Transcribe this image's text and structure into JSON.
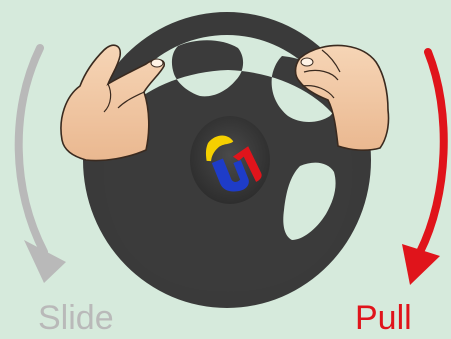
{
  "labels": {
    "left": "Slide",
    "right": "Pull"
  },
  "colors": {
    "background": "#d6eadc",
    "slide_arrow": "#b9b9b9",
    "pull_arrow": "#e0141b",
    "wheel": "#3a3a3a",
    "skin": "#f2c9a5"
  },
  "icons": {
    "wheel": "steering-wheel",
    "left_hand": "left-hand-grip",
    "right_hand": "right-hand-grip",
    "logo": "center-logo",
    "left_arrow": "curved-down-arrow",
    "right_arrow": "curved-down-arrow"
  }
}
